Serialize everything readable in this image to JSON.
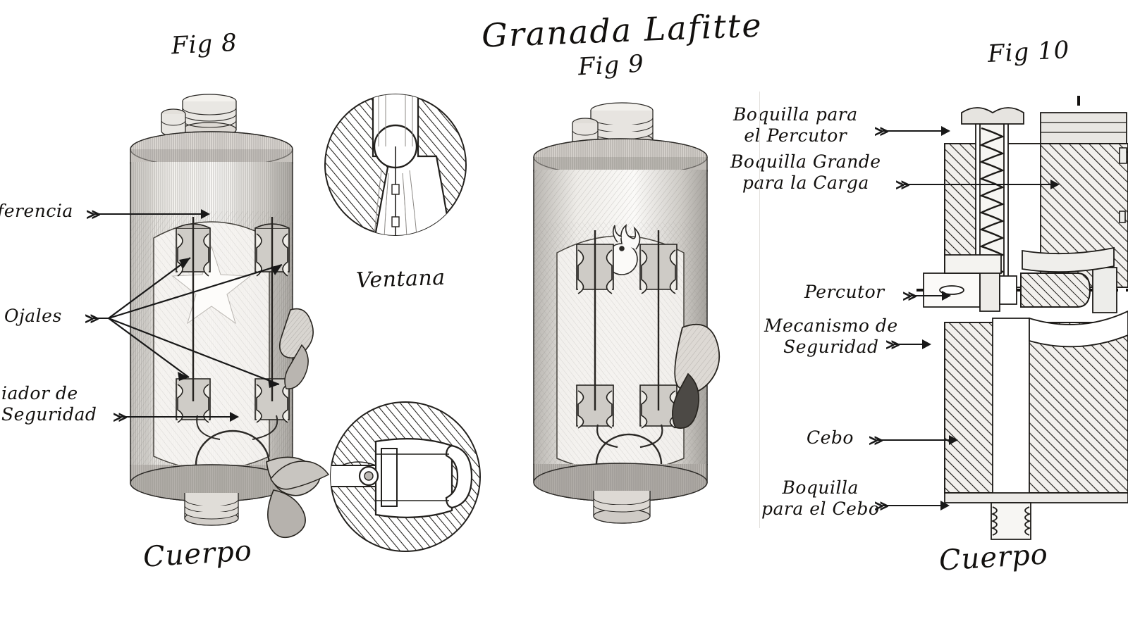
{
  "plate": {
    "title": "Granada Lafitte",
    "background_color": "#ffffff",
    "ink_color": "#1c1a18",
    "language": "es"
  },
  "figures": [
    {
      "id": "fig8",
      "label": "Fig 8",
      "caption": "Cuerpo",
      "view": "exterior-front"
    },
    {
      "id": "fig9",
      "label": "Fig 9",
      "caption": "",
      "view": "exterior-rear"
    },
    {
      "id": "fig10",
      "label": "Fig 10",
      "caption": "Cuerpo",
      "view": "section"
    }
  ],
  "detail_insets": [
    {
      "id": "ventana",
      "caption": "Ventana"
    },
    {
      "id": "mecanismo",
      "caption": ""
    }
  ],
  "callouts_left": [
    {
      "id": "circunferencia",
      "text": "ferencia",
      "clipped": true
    },
    {
      "id": "ojales",
      "text": "Ojales",
      "clipped": false
    },
    {
      "id": "fiador-de-seguridad",
      "text": "iador de\nSeguridad",
      "clipped": true
    }
  ],
  "callouts_right": [
    {
      "id": "boquilla-percutor",
      "text": "Boquilla para\nel Percutor"
    },
    {
      "id": "boquilla-carga",
      "text": "Boquilla Grande\npara la Carga"
    },
    {
      "id": "percutor",
      "text": "Percutor"
    },
    {
      "id": "mecanismo-seguridad",
      "text": "Mecanismo de\nSeguridad"
    },
    {
      "id": "cebo",
      "text": "Cebo"
    },
    {
      "id": "boquilla-cebo",
      "text": "Boquilla\npara el Cebo"
    }
  ]
}
